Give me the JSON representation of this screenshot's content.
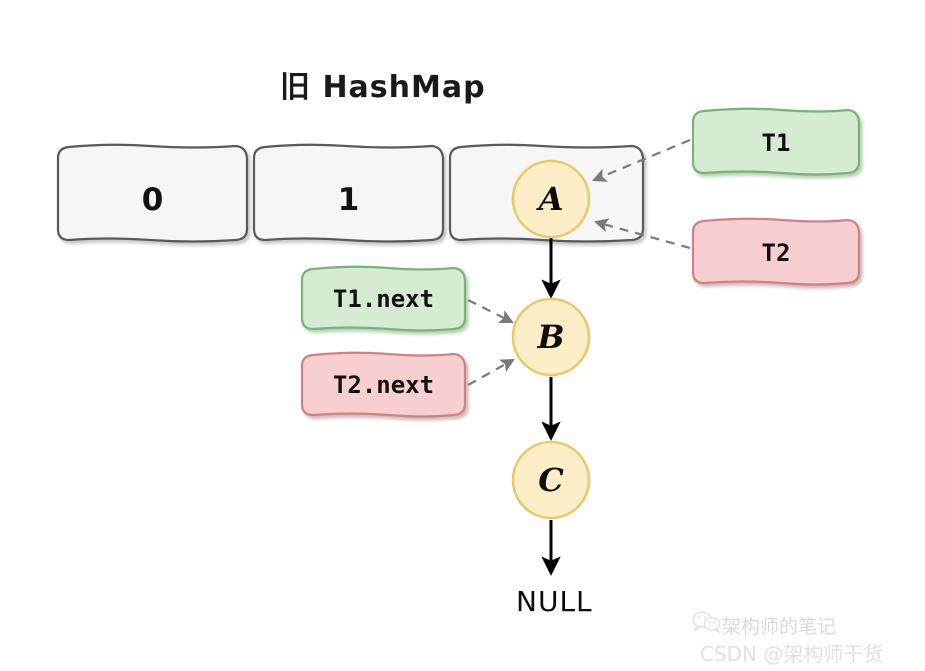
{
  "title": "旧 HashMap",
  "array_cells": [
    {
      "label": "0"
    },
    {
      "label": "1"
    },
    {
      "label": ""
    }
  ],
  "nodes": [
    {
      "label": "A"
    },
    {
      "label": "B"
    },
    {
      "label": "C"
    }
  ],
  "terminator": "NULL",
  "thread_tags": [
    {
      "label": "T1",
      "color": "#d5ebd2"
    },
    {
      "label": "T2",
      "color": "#f7cfd0"
    },
    {
      "label": "T1.next",
      "color": "#d5ebd2"
    },
    {
      "label": "T2.next",
      "color": "#f7cfd0"
    }
  ],
  "colors": {
    "node_fill": "#fdeec8",
    "node_stroke": "#e8c96a",
    "cell_fill": "#f6f6f6",
    "cell_stroke": "#5a5a5a",
    "green_fill": "#d5ebd2",
    "green_stroke": "#79b377",
    "red_fill": "#f7cfd0",
    "red_stroke": "#cf8187",
    "solid_arrow": "#000000",
    "dashed_arrow": "#7a7a7a"
  },
  "watermark": {
    "brand": "架构师的笔记",
    "credit": "CSDN @架构师干货"
  }
}
